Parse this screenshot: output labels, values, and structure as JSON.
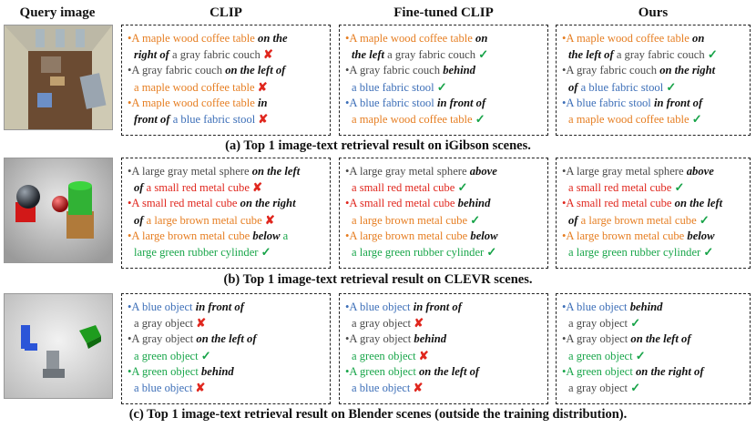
{
  "headers": {
    "query_image": "Query image",
    "clip": "CLIP",
    "finetuned": "Fine-tuned CLIP",
    "ours": "Ours"
  },
  "captions": {
    "a": "(a) Top 1 image-text retrieval result on iGibson scenes.",
    "b": "(b) Top 1 image-text retrieval result on CLEVR scenes.",
    "c": "(c) Top 1 image-text retrieval result on Blender scenes (outside the training distribution)."
  },
  "marks": {
    "correct": "✓",
    "wrong": "✘"
  },
  "rows": {
    "igibson": {
      "clip": [
        {
          "l1a": "•A maple wood coffee table ",
          "l1b": "on the",
          "l2a": "right of",
          "l2b": " a gray fabric couch ",
          "mark": "✘"
        },
        {
          "l1a": "•A gray fabric couch ",
          "l1b": "on the left of",
          "l2a": "",
          "l2b": "a maple wood coffee table ",
          "mark": "✘"
        },
        {
          "l1a": "•A maple wood coffee table ",
          "l1b": "in",
          "l2a": "front of",
          "l2b": " a blue fabric stool ",
          "mark": "✘"
        }
      ],
      "finetuned": [
        {
          "l1a": "•A maple wood coffee table ",
          "l1b": "on",
          "l2a": "the left",
          "l2b": " a gray fabric couch ",
          "mark": "✓"
        },
        {
          "l1a": "•A gray fabric couch ",
          "l1b": "behind",
          "l2a": "",
          "l2b": "a blue fabric stool ",
          "mark": "✓"
        },
        {
          "l1a": "•A blue fabric stool ",
          "l1b": "in front of",
          "l2a": "",
          "l2b": "a maple wood coffee table ",
          "mark": "✓"
        }
      ],
      "ours": [
        {
          "l1a": "•A maple wood coffee table ",
          "l1b": "on",
          "l2a": "the left of",
          "l2b": " a gray fabric couch ",
          "mark": "✓"
        },
        {
          "l1a": "•A gray fabric couch ",
          "l1b": "on the right",
          "l2a": "of",
          "l2b": " a blue fabric stool ",
          "mark": "✓"
        },
        {
          "l1a": "•A blue fabric stool ",
          "l1b": "in front of",
          "l2a": "",
          "l2b": "a maple wood coffee table ",
          "mark": "✓"
        }
      ]
    },
    "clevr": {
      "clip": [
        {
          "l1a": "•A large gray metal sphere ",
          "l1b": "on the left",
          "l2a": "of",
          "l2b": " a small red metal cube ",
          "mark": "✘"
        },
        {
          "l1a": "•A small red metal cube ",
          "l1b": "on the right",
          "l2a": "of",
          "l2b": " a large brown metal cube ",
          "mark": "✘"
        },
        {
          "l1a": "•A large brown metal cube ",
          "l1b": "below",
          "l1c": " a",
          "l2a": "",
          "l2b": "large green rubber cylinder ",
          "mark": "✓"
        }
      ],
      "finetuned": [
        {
          "l1a": "•A large gray metal sphere ",
          "l1b": "above",
          "l2a": "",
          "l2b": "a small red metal cube ",
          "mark": "✓"
        },
        {
          "l1a": "•A small red metal cube ",
          "l1b": "behind",
          "l2a": "",
          "l2b": "a large brown metal cube ",
          "mark": "✓"
        },
        {
          "l1a": "•A large brown metal cube ",
          "l1b": "below",
          "l2a": "",
          "l2b": "a large green rubber cylinder ",
          "mark": "✓"
        }
      ],
      "ours": [
        {
          "l1a": "•A large gray metal sphere ",
          "l1b": "above",
          "l2a": "",
          "l2b": "a small red metal cube ",
          "mark": "✓"
        },
        {
          "l1a": "•A small red metal cube ",
          "l1b": "on the left",
          "l2a": "of",
          "l2b": " a large brown metal cube ",
          "mark": "✓"
        },
        {
          "l1a": "•A large brown metal cube ",
          "l1b": "below",
          "l2a": "",
          "l2b": "a large green rubber cylinder ",
          "mark": "✓"
        }
      ]
    },
    "blender": {
      "clip": [
        {
          "l1a": "•A blue object ",
          "l1b": "in front of",
          "l2a": "",
          "l2b": "a gray object ",
          "mark": "✘"
        },
        {
          "l1a": "•A gray object ",
          "l1b": "on the left of",
          "l2a": "",
          "l2b": "a green object ",
          "mark": "✓"
        },
        {
          "l1a": "•A green object ",
          "l1b": "behind",
          "l2a": "",
          "l2b": "a blue object ",
          "mark": "✘"
        }
      ],
      "finetuned": [
        {
          "l1a": "•A blue object ",
          "l1b": "in front of",
          "l2a": "",
          "l2b": "a gray object ",
          "mark": "✘"
        },
        {
          "l1a": "•A gray object ",
          "l1b": "behind",
          "l2a": "",
          "l2b": "a green object ",
          "mark": "✘"
        },
        {
          "l1a": "•A green object ",
          "l1b": "on the left of",
          "l2a": "",
          "l2b": "a blue object ",
          "mark": "✘"
        }
      ],
      "ours": [
        {
          "l1a": "•A blue object ",
          "l1b": "behind",
          "l2a": "",
          "l2b": "a gray object ",
          "mark": "✓"
        },
        {
          "l1a": "•A gray object ",
          "l1b": "on the left of",
          "l2a": "",
          "l2b": "a green object ",
          "mark": "✓"
        },
        {
          "l1a": "•A green object ",
          "l1b": "on the right of",
          "l2a": "",
          "l2b": "a gray object ",
          "mark": "✓"
        }
      ]
    }
  }
}
